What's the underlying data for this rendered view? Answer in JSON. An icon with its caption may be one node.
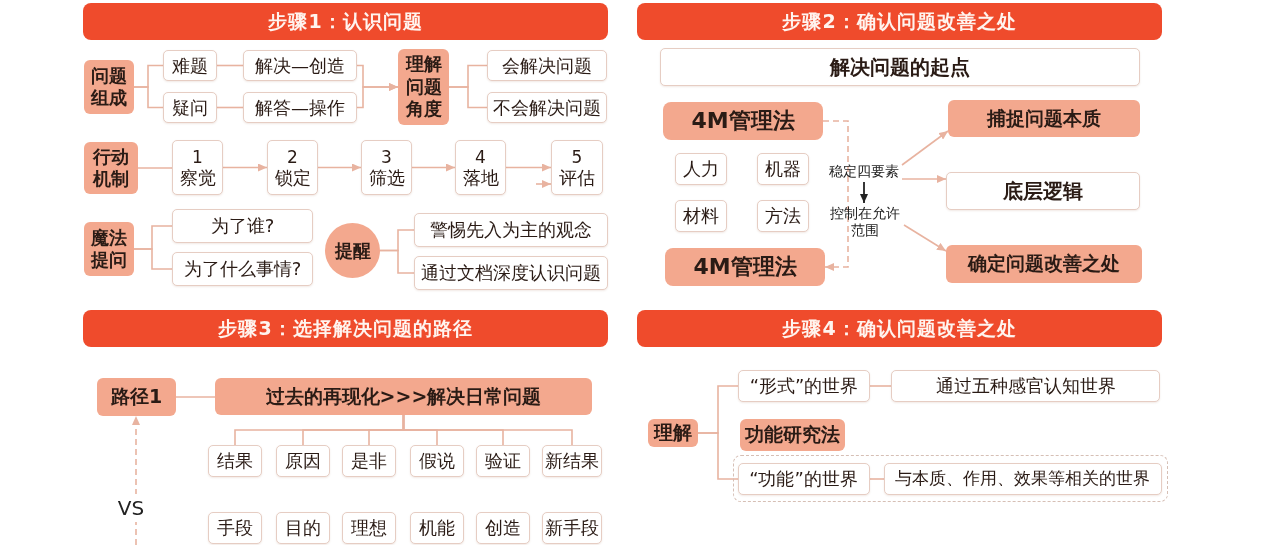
{
  "diagram": {
    "nodes": [
      {
        "text": [
          "步骤1：认识问题"
        ]
      },
      {
        "text": [
          "问题组成"
        ]
      },
      {
        "text": [
          "难题"
        ]
      },
      {
        "text": [
          "疑问"
        ]
      },
      {
        "text": [
          "解决—创造"
        ]
      },
      {
        "text": [
          "解答—操作"
        ]
      },
      {
        "text": [
          "理解问题角度"
        ]
      },
      {
        "text": [
          "会解决问题"
        ]
      },
      {
        "text": [
          "不会解决问题"
        ]
      },
      {
        "text": [
          "行动机制"
        ]
      },
      {
        "text": [
          "1",
          "察觉"
        ]
      },
      {
        "text": [
          "2",
          "锁定"
        ]
      },
      {
        "text": [
          "3",
          "筛选"
        ]
      },
      {
        "text": [
          "4",
          "落地"
        ]
      },
      {
        "text": [
          "5",
          "评估"
        ]
      },
      {
        "text": [
          "魔法提问"
        ]
      },
      {
        "text": [
          "为了谁?"
        ]
      },
      {
        "text": [
          "为了什么事情?"
        ]
      },
      {
        "text": [
          "提醒"
        ]
      },
      {
        "text": [
          "警惕先入为主的观念"
        ]
      },
      {
        "text": [
          "通过文档深度认识问题"
        ]
      },
      {
        "text": [
          "步骤2：确认问题改善之处"
        ]
      },
      {
        "text": [
          "解决问题的起点"
        ]
      },
      {
        "text": [
          "4M管理法"
        ]
      },
      {
        "text": [
          "人力"
        ]
      },
      {
        "text": [
          "机器"
        ]
      },
      {
        "text": [
          "材料"
        ]
      },
      {
        "text": [
          "方法"
        ]
      },
      {
        "text": [
          "4M管理法"
        ]
      },
      {
        "text": [
          "稳定四要素"
        ]
      },
      {
        "text": [
          "控制在允许范围"
        ]
      },
      {
        "text": [
          "捕捉问题本质"
        ]
      },
      {
        "text": [
          "底层逻辑"
        ]
      },
      {
        "text": [
          "确定问题改善之处"
        ]
      },
      {
        "text": [
          "步骤3：选择解决问题的路径"
        ]
      },
      {
        "text": [
          "路径1"
        ]
      },
      {
        "text": [
          "过去的再现化>>>解决日常问题"
        ]
      },
      {
        "text": [
          "结果"
        ]
      },
      {
        "text": [
          "原因"
        ]
      },
      {
        "text": [
          "是非"
        ]
      },
      {
        "text": [
          "假说"
        ]
      },
      {
        "text": [
          "验证"
        ]
      },
      {
        "text": [
          "新结果"
        ]
      },
      {
        "text": [
          "手段"
        ]
      },
      {
        "text": [
          "目的"
        ]
      },
      {
        "text": [
          "理想"
        ]
      },
      {
        "text": [
          "机能"
        ]
      },
      {
        "text": [
          "创造"
        ]
      },
      {
        "text": [
          "新手段"
        ]
      },
      {
        "text": [
          "步骤4：确认问题改善之处"
        ]
      },
      {
        "text": [
          "理解"
        ]
      },
      {
        "text": [
          "“形式”的世界"
        ]
      },
      {
        "text": [
          "通过五种感官认知世界"
        ]
      },
      {
        "text": [
          "功能研究法"
        ]
      },
      {
        "text": [],
        "shape": "box"
      },
      {
        "text": [
          "“功能”的世界"
        ],
        "in": 54
      },
      {
        "text": [
          "与本质、作用、效果等相关的世界"
        ],
        "in": 54
      }
    ],
    "edges": [
      {
        "from": 1,
        "to": 2,
        "arrow": "none"
      },
      {
        "from": 1,
        "to": 3,
        "arrow": "none"
      },
      {
        "from": 2,
        "to": 4,
        "arrow": "none"
      },
      {
        "from": 3,
        "to": 5,
        "arrow": "none"
      },
      {
        "from": 4,
        "to": 6,
        "arrow": "to"
      },
      {
        "from": 5,
        "to": 6,
        "arrow": "to"
      },
      {
        "from": 6,
        "to": 7,
        "arrow": "none"
      },
      {
        "from": 6,
        "to": 8,
        "arrow": "none"
      },
      {
        "from": 9,
        "to": 10,
        "arrow": "none"
      },
      {
        "from": 10,
        "to": 11,
        "arrow": "to"
      },
      {
        "from": 11,
        "to": 12,
        "arrow": "to"
      },
      {
        "from": 12,
        "to": 13,
        "arrow": "to"
      },
      {
        "from": 13,
        "to": 14,
        "arrow": "to"
      },
      {
        "from": null,
        "to": 14,
        "arrow": "to"
      },
      {
        "from": 15,
        "to": 16,
        "arrow": "none"
      },
      {
        "from": 15,
        "to": 17,
        "arrow": "none"
      },
      {
        "from": 18,
        "to": 19,
        "arrow": "none"
      },
      {
        "from": 18,
        "to": 20,
        "arrow": "none"
      },
      {
        "from": 23,
        "to": 28,
        "arrow": "to",
        "style": "dashed"
      },
      {
        "from": 29,
        "to": 30,
        "arrow": "to",
        "color": "#222222"
      },
      {
        "from": 29,
        "to": 31,
        "arrow": "to"
      },
      {
        "from": 29,
        "to": 32,
        "arrow": "to"
      },
      {
        "from": 30,
        "to": 33,
        "arrow": "to"
      },
      {
        "from": 35,
        "to": 36,
        "arrow": "none"
      },
      {
        "from": 36,
        "to": 37,
        "arrow": "none"
      },
      {
        "from": 36,
        "to": 38,
        "arrow": "none"
      },
      {
        "from": 36,
        "to": 39,
        "arrow": "none"
      },
      {
        "from": 36,
        "to": 40,
        "arrow": "none"
      },
      {
        "from": 36,
        "to": 41,
        "arrow": "none"
      },
      {
        "from": 36,
        "to": 42,
        "arrow": "none"
      },
      {
        "from": null,
        "to": 35,
        "arrow": "to",
        "style": "dashed",
        "label": "VS"
      },
      {
        "from": 50,
        "to": 51,
        "arrow": "none"
      },
      {
        "from": 50,
        "to": 55,
        "arrow": "none"
      },
      {
        "from": 51,
        "to": 52,
        "arrow": "none"
      },
      {
        "from": 55,
        "to": 56,
        "arrow": "none"
      }
    ]
  }
}
